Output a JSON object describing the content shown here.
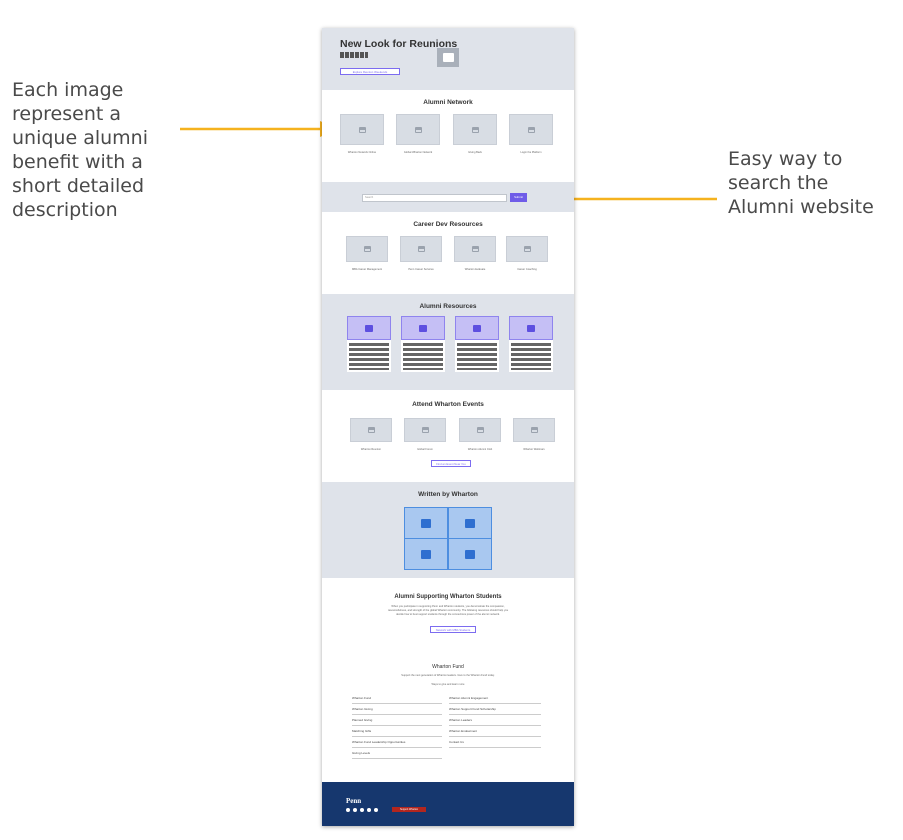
{
  "annotations": {
    "left": "Each image represent a unique alumni benefit with a short detailed description",
    "right": "Easy way to search the Alumni website",
    "arrow_color": "#f5b21e"
  },
  "hero": {
    "title": "New Look for Reunions",
    "button": "Explore Reunion Weekends"
  },
  "alumni_network": {
    "title": "Alumni Network",
    "items": [
      "Wharton Network Online",
      "Global Wharton Network",
      "Giving Back",
      "Login the Platform"
    ]
  },
  "search": {
    "placeholder": "Search",
    "button": "Submit"
  },
  "career": {
    "title": "Career Dev Resources",
    "items": [
      "MBA Career Management",
      "Penn Career Services",
      "Wharton Evaluate",
      "Career Coaching"
    ]
  },
  "alumni_resources": {
    "title": "Alumni Resources"
  },
  "events": {
    "title": "Attend Wharton Events",
    "items": [
      "Wharton Reunion",
      "Global Forum",
      "Wharton Alumni Club",
      "Wharton Webinars"
    ],
    "button": "Find an Event Near You"
  },
  "written": {
    "title": "Written by Wharton"
  },
  "supporting": {
    "title": "Alumni Supporting Wharton Students",
    "body1": "When you participate in supporting Penn and Wharton students, you demonstrate the compassion,",
    "body2": "resourcefulness, and strength of the global Wharton community. The following resources should help you",
    "body3": "decide how to best support students through the connections power of the alumni network.",
    "button": "Network with MBA Students"
  },
  "wharton_fund": {
    "title": "Wharton Fund",
    "line1": "Support the next generation of Wharton leaders. Give to the Wharton Fund today.",
    "line2": "Ways to give and learn more",
    "rows_left": [
      "Wharton Fund",
      "Wharton Giving",
      "Planned Giving",
      "Matching Gifts",
      "Wharton Fund Leadership Opportunities",
      "Giving Levels"
    ],
    "rows_right": [
      "Wharton Alumni Engagement",
      "Wharton Support Fund Scholarship",
      "Wharton Leaders",
      "Wharton Endowment",
      "Contact Us"
    ]
  },
  "footer": {
    "logo": "Penn",
    "button": "Support Wharton"
  }
}
